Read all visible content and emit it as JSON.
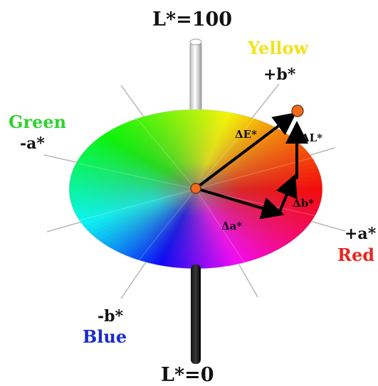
{
  "labels": {
    "l_top": "L*=100",
    "l_bottom": "L*=0",
    "yellow": "Yellow",
    "green": "Green",
    "red": "Red",
    "blue": "Blue",
    "plus_b": "+b*",
    "minus_b": "-b*",
    "plus_a": "+a*",
    "minus_a": "-a*",
    "delta_e": "ΔE*",
    "delta_l": "ΔL*",
    "delta_a": "Δa*",
    "delta_b": "Δb*"
  },
  "colors": {
    "yellow": "#f2e21a",
    "green": "#2fd22f",
    "red": "#e8251f",
    "blue": "#1a2ad0",
    "point": "#ff5a1a",
    "arrow": "#000000"
  }
}
